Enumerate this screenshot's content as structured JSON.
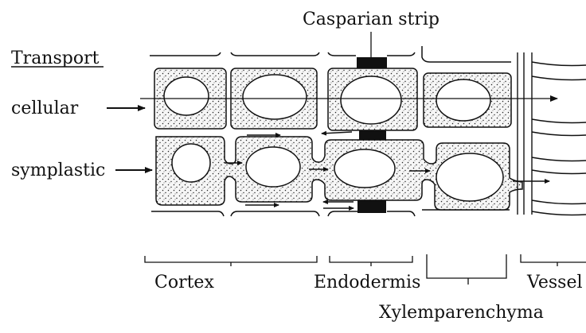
{
  "title": "Casparian strip",
  "transport_heading": "Transport",
  "rows": {
    "cellular": "cellular",
    "symplastic": "symplastic"
  },
  "regions": {
    "cortex": "Cortex",
    "endodermis": "Endodermis",
    "xylem_parenchyma": "Xylemparenchyma",
    "vessel": "Vessel"
  },
  "colors": {
    "ink": "#111111",
    "strip": "#111111",
    "cytoplasm_fill": "#f4f4f4",
    "background": "#ffffff"
  }
}
